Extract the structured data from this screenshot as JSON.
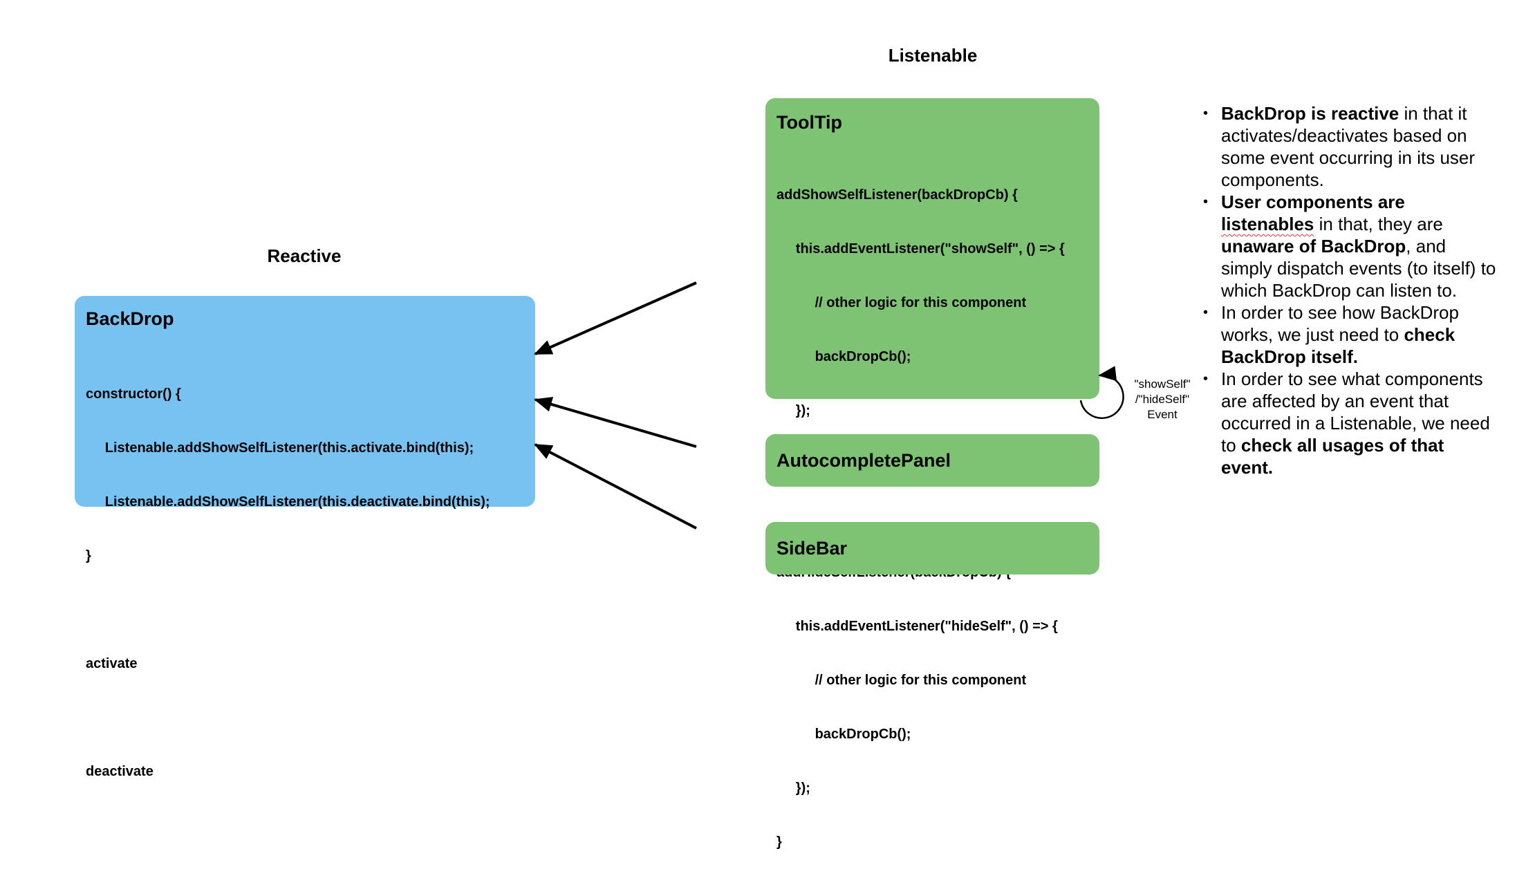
{
  "headings": {
    "reactive": "Reactive",
    "listenable": "Listenable"
  },
  "backdrop": {
    "title": "BackDrop",
    "code": [
      "constructor() {",
      "     Listenable.addShowSelfListener(this.activate.bind(this);",
      "     Listenable.addShowSelfListener(this.deactivate.bind(this);",
      "}",
      "",
      "activate",
      "",
      "deactivate"
    ]
  },
  "tooltip": {
    "title": "ToolTip",
    "code": [
      "addShowSelfListener(backDropCb) {",
      "     this.addEventListener(\"showSelf\", () => {",
      "          // other logic for this component",
      "          backDropCb();",
      "     });",
      "}",
      "",
      "addHideSelfListener(backDropCb) {",
      "     this.addEventListener(\"hideSelf\", () => {",
      "          // other logic for this component",
      "          backDropCb();",
      "     });",
      "}"
    ]
  },
  "autocomplete": {
    "title": "AutocompletePanel"
  },
  "sidebar": {
    "title": "SideBar"
  },
  "event_label": {
    "line1": "\"showSelf\"",
    "line2": "/\"hideSelf\"",
    "line3": "Event"
  },
  "notes": {
    "n1": {
      "b1": "BackDrop is reactive",
      "t1": " in that it activates/deactivates based on some event occurring in its user components."
    },
    "n2": {
      "b1": "User components are ",
      "b2": "listenables",
      "t1": " in that, they are ",
      "b3": "unaware of BackDrop",
      "t2": ", and simply dispatch events (to itself) to which BackDrop can listen to."
    },
    "n3": {
      "t1": "In order to see how BackDrop works, we just need to ",
      "b1": "check BackDrop itself."
    },
    "n4": {
      "t1": "In order to see what components are affected by an event that occurred in a Listenable, we need to ",
      "b1": "check all usages of that event."
    }
  },
  "colors": {
    "reactive_box": "#77c2f1",
    "listenable_box": "#7dc373"
  }
}
